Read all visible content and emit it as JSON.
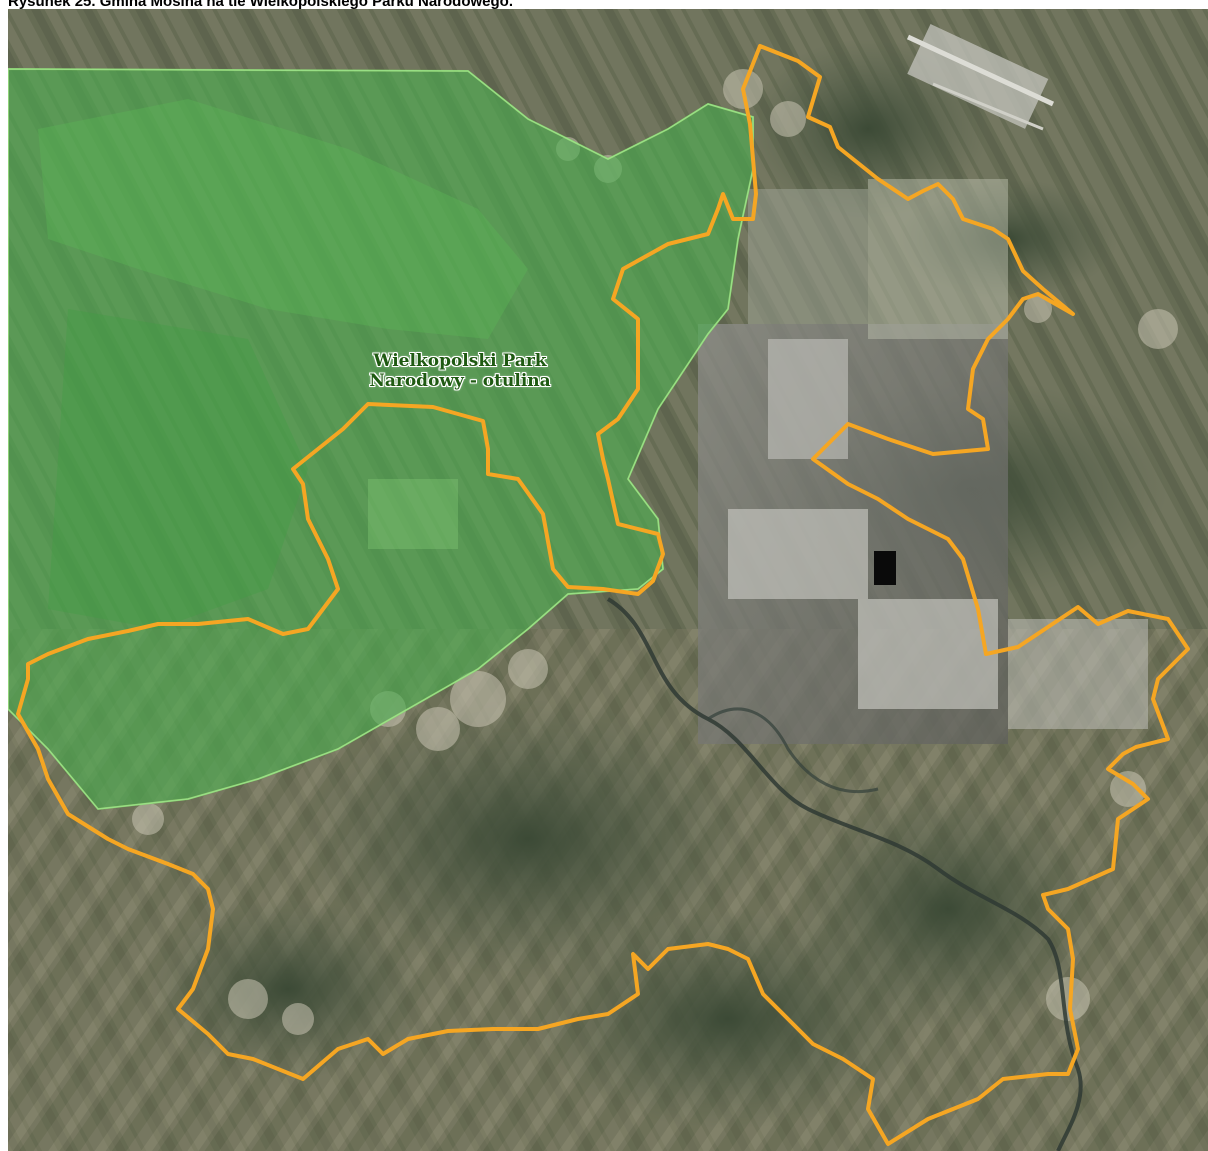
{
  "figure": {
    "caption": "Rysunek 25. Gmina Mosina na tle Wielkopolskiego Parku Narodowego."
  },
  "map": {
    "labels": {
      "park_line1": "Wielkopolski Park",
      "park_line2": "Narodowy - otulina"
    },
    "colors": {
      "boundary": "#f5a623",
      "park_fill": "#4caf50",
      "park_edge": "#7ed957",
      "label_text": "#1f5a12"
    },
    "icons": {
      "park_area": "green-overlay",
      "municipality_boundary": "orange-outline"
    }
  }
}
